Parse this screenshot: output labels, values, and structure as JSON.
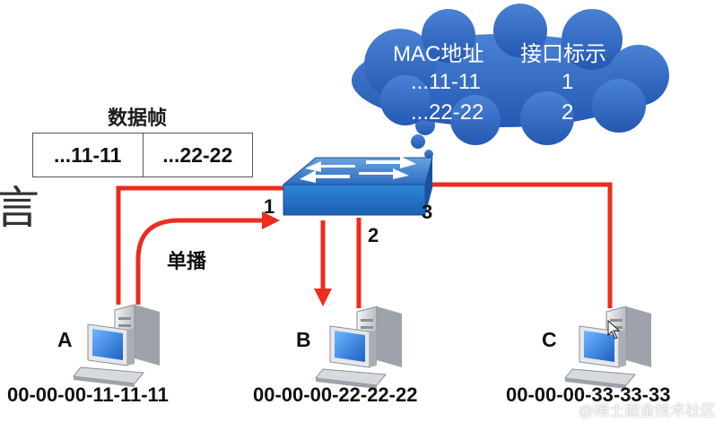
{
  "frame": {
    "label": "数据帧",
    "src": "...11-11",
    "dst": "...22-22"
  },
  "side_glyph": "言",
  "mac_table": {
    "header_mac": "MAC地址",
    "header_port": "接口标示",
    "rows": [
      {
        "mac": "...11-11",
        "port": "1"
      },
      {
        "mac": "...22-22",
        "port": "2"
      }
    ]
  },
  "ports": {
    "p1": "1",
    "p2": "2",
    "p3": "3"
  },
  "unicast_label": "单播",
  "hosts": [
    {
      "letter": "A",
      "mac": "00-00-00-11-11-11"
    },
    {
      "letter": "B",
      "mac": "00-00-00-22-22-22"
    },
    {
      "letter": "C",
      "mac": "00-00-00-33-33-33"
    }
  ],
  "watermark": "@稀土掘金技术社区",
  "colors": {
    "link": "#ee2b1f",
    "cloud": "#2f67c4",
    "switch_top": "#3f79c4",
    "switch_front": "#1f6cc4"
  }
}
